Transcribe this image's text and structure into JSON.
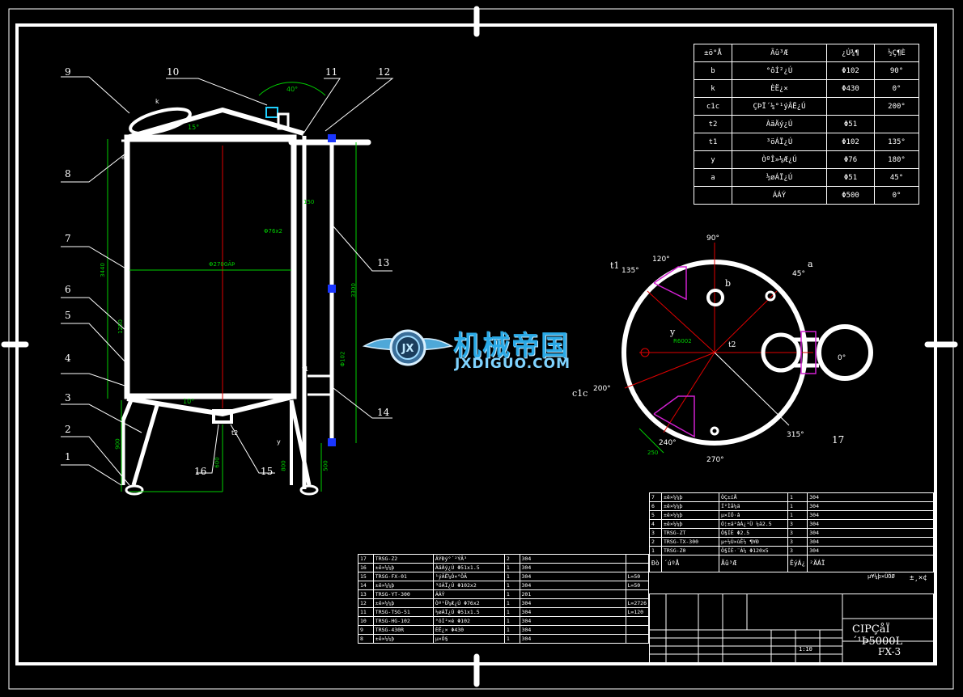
{
  "nozzle_table": {
    "headers": [
      "±ö°Å",
      "Ãû³Æ",
      "¿Ú¾¶",
      "½Ç¶È"
    ],
    "rows": [
      [
        "b",
        "°ôÍ²¿Ú",
        "Φ102",
        "90°"
      ],
      [
        "k",
        "ÈË¿×",
        "Φ430",
        "0°"
      ],
      [
        "c1c",
        "ÇÞÏ´¼°¹ýÂË¿Ú",
        "",
        "200°"
      ],
      [
        "t2",
        "ÀäÄý¿Ú",
        "Φ51",
        ""
      ],
      [
        "t1",
        "³öÁÏ¿Ú",
        "Φ102",
        "135°"
      ],
      [
        "y",
        "ÒºÎ»¼Æ¿Ú",
        "Φ76",
        "180°"
      ],
      [
        "a",
        "½øÁÏ¿Ú",
        "Φ51",
        "45°"
      ],
      [
        "",
        "ÁÁÝ",
        "Φ500",
        "0°"
      ]
    ]
  },
  "side_view": {
    "balloons": [
      "1",
      "2",
      "3",
      "4",
      "5",
      "6",
      "7",
      "8",
      "9",
      "10",
      "11",
      "12",
      "13",
      "14",
      "15",
      "16"
    ],
    "angle_15": "15°",
    "angle_40": "40°",
    "angle_10": "10°",
    "dim_diameter": "Φ2700ÃÞ",
    "dim_pipe": "Φ76x2",
    "dim_h1": "3440",
    "dim_h2": "3300",
    "dim_h3": "900",
    "dim_h4": "1250",
    "dim_h5": "600",
    "dim_h6": "800",
    "dim_h7": "500",
    "dim_phi102": "Φ102",
    "dim_150": "150",
    "label_t1": "t1",
    "label_t2": "t2",
    "label_y": "y",
    "label_a": "a",
    "label_k": "k"
  },
  "top_view": {
    "angles": [
      "90°",
      "120°",
      "135°",
      "45°",
      "0°",
      "200°",
      "240°",
      "270°",
      "315°"
    ],
    "labels": [
      "t1",
      "a",
      "b",
      "y",
      "c1c",
      "t2",
      "17"
    ],
    "dim_r": "R6002",
    "dim_250": "250"
  },
  "watermark": {
    "cn": "机械帝国",
    "en": "JXDIGUO.COM",
    "logo_letters": "JX"
  },
  "bom_left": {
    "rows": [
      [
        "17",
        "TRSG-Z2",
        "ÂÝÐý°´²ÝÃ³",
        "2",
        "304",
        ""
      ],
      [
        "16",
        "±ê×¼¼þ",
        "ÀäÄý¿Ú Φ51x1.5",
        "1",
        "304",
        ""
      ],
      [
        "15",
        "TRSG-FX-01",
        "¹ýÂË¼Ó×°ÖÃ",
        "1",
        "304",
        "L=50"
      ],
      [
        "14",
        "±ê×¼¼þ",
        "³öÁÏ¿Ú Φ102x2",
        "1",
        "304",
        "L=50"
      ],
      [
        "13",
        "TRSG-YT-300",
        "ÁÁÝ",
        "1",
        "201",
        ""
      ],
      [
        "12",
        "±ê×¼¼þ",
        "Òº¹Ü¼Æ¿Ú Φ76x2",
        "1",
        "304",
        "L=2726"
      ],
      [
        "11",
        "TRSG-TSG-51",
        "½øÁÏ¿Ú Φ51x1.5",
        "1",
        "304",
        "L=120"
      ],
      [
        "10",
        "TRSG-HG-102",
        "°ôÍ²×é Φ102",
        "1",
        "304",
        ""
      ],
      [
        "9",
        "TRSG-430R",
        "ÈË¿× Φ430",
        "1",
        "304",
        ""
      ],
      [
        "8",
        "±ê×¼¼þ",
        "µ×Ö§",
        "1",
        "304",
        ""
      ]
    ]
  },
  "bom_right": {
    "rows": [
      [
        "7",
        "±ê×¼¼þ",
        "ÒÇ±íÅ",
        "1",
        "304"
      ],
      [
        "6",
        "±ê×¼¼þ",
        "Í²Ìå¼ä",
        "1",
        "304"
      ],
      [
        "5",
        "±ê×¼¼þ",
        "µ×ÍÖ·â",
        "1",
        "304"
      ],
      [
        "4",
        "±ê×¼¼þ",
        "Ó¦±ä²âÁ¿¹Ü ¼ä2.5",
        "3",
        "304"
      ],
      [
        "3",
        "TRSG-ZT",
        "Ö§ÍÈ Φ2.5",
        "3",
        "304"
      ],
      [
        "2",
        "TRSG-TX-300",
        "µ÷½Ú×ùÊ½ ¶¥Ð",
        "3",
        "304"
      ],
      [
        "1",
        "TRSG-Z0",
        "Ö§ÍÈ·¨À¼ Φ120x5",
        "3",
        "304"
      ]
    ],
    "header": [
      "Ðò",
      "´úºÅ",
      "Ãû³Æ",
      "ÊýÁ¿",
      "²ÄÁÏ",
      "µ¥¼þ×ÜÖØ",
      "±¸×¢"
    ]
  },
  "title_block": {
    "title": "CIPÇåÏ´¹Þ5000L",
    "drawing_no": "FX-3",
    "scale": "1:10"
  }
}
